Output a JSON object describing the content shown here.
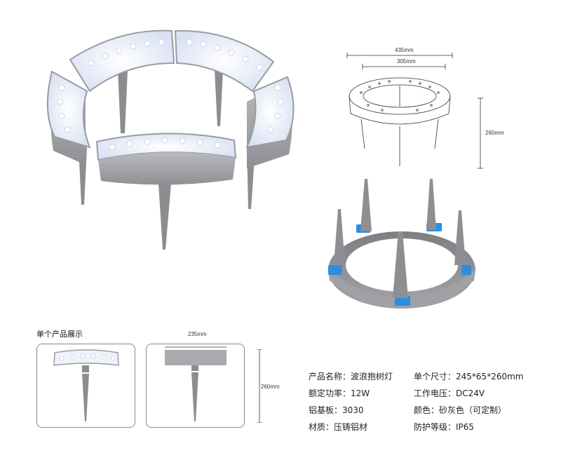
{
  "dimensions": {
    "outer_width": "435mm",
    "inner_width": "305mm",
    "height": "260mm",
    "single_width": "235mm",
    "single_height": "260mm"
  },
  "section": {
    "title": "单个产品展示"
  },
  "specs": [
    {
      "label": "产品名称：",
      "value": "波浪抱树灯"
    },
    {
      "label": "单个尺寸：",
      "value": "245*65*260mm"
    },
    {
      "label": "额定功率：",
      "value": "12W"
    },
    {
      "label": "工作电压：",
      "value": "DC24V"
    },
    {
      "label": "铝基板：",
      "value": "3030"
    },
    {
      "label": "颜色：",
      "value": "砂灰色（可定制）"
    },
    {
      "label": "材质：",
      "value": "压铸铝材"
    },
    {
      "label": "防护等级：",
      "value": "IP65"
    }
  ],
  "colors": {
    "housing_gray": "#a9aaad",
    "led_white": "#eef2fa",
    "accent_blue": "#2a8fe0",
    "line": "#333333"
  }
}
